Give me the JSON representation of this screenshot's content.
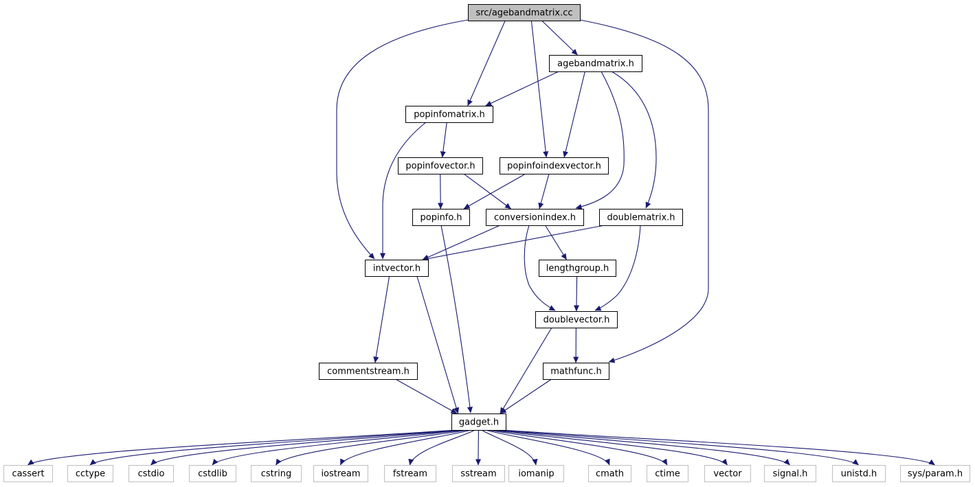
{
  "colors": {
    "edge": "#191970",
    "root_fill": "#bfbfbf",
    "node_border": "#000000",
    "external_border": "#bfbfbf",
    "text": "#000000"
  },
  "nodes": [
    {
      "id": "agebandmatrix_cc",
      "label": "src/agebandmatrix.cc",
      "kind": "root"
    },
    {
      "id": "agebandmatrix_h",
      "label": "agebandmatrix.h",
      "kind": "local"
    },
    {
      "id": "popinfomatrix_h",
      "label": "popinfomatrix.h",
      "kind": "local"
    },
    {
      "id": "popinfovector_h",
      "label": "popinfovector.h",
      "kind": "local"
    },
    {
      "id": "popinfoindexvector_h",
      "label": "popinfoindexvector.h",
      "kind": "local"
    },
    {
      "id": "popinfo_h",
      "label": "popinfo.h",
      "kind": "local"
    },
    {
      "id": "conversionindex_h",
      "label": "conversionindex.h",
      "kind": "local"
    },
    {
      "id": "doublematrix_h",
      "label": "doublematrix.h",
      "kind": "local"
    },
    {
      "id": "intvector_h",
      "label": "intvector.h",
      "kind": "local"
    },
    {
      "id": "lengthgroup_h",
      "label": "lengthgroup.h",
      "kind": "local"
    },
    {
      "id": "doublevector_h",
      "label": "doublevector.h",
      "kind": "local"
    },
    {
      "id": "commentstream_h",
      "label": "commentstream.h",
      "kind": "local"
    },
    {
      "id": "mathfunc_h",
      "label": "mathfunc.h",
      "kind": "local"
    },
    {
      "id": "gadget_h",
      "label": "gadget.h",
      "kind": "local"
    },
    {
      "id": "cassert",
      "label": "cassert",
      "kind": "external"
    },
    {
      "id": "cctype",
      "label": "cctype",
      "kind": "external"
    },
    {
      "id": "cstdio",
      "label": "cstdio",
      "kind": "external"
    },
    {
      "id": "cstdlib",
      "label": "cstdlib",
      "kind": "external"
    },
    {
      "id": "cstring",
      "label": "cstring",
      "kind": "external"
    },
    {
      "id": "iostream",
      "label": "iostream",
      "kind": "external"
    },
    {
      "id": "fstream",
      "label": "fstream",
      "kind": "external"
    },
    {
      "id": "sstream",
      "label": "sstream",
      "kind": "external"
    },
    {
      "id": "iomanip",
      "label": "iomanip",
      "kind": "external"
    },
    {
      "id": "cmath",
      "label": "cmath",
      "kind": "external"
    },
    {
      "id": "ctime",
      "label": "ctime",
      "kind": "external"
    },
    {
      "id": "vector",
      "label": "vector",
      "kind": "external"
    },
    {
      "id": "signal_h",
      "label": "signal.h",
      "kind": "external"
    },
    {
      "id": "unistd_h",
      "label": "unistd.h",
      "kind": "external"
    },
    {
      "id": "sys_param_h",
      "label": "sys/param.h",
      "kind": "external"
    }
  ],
  "edges": [
    {
      "from": "agebandmatrix_cc",
      "to": "agebandmatrix_h"
    },
    {
      "from": "agebandmatrix_cc",
      "to": "popinfomatrix_h"
    },
    {
      "from": "agebandmatrix_cc",
      "to": "popinfoindexvector_h"
    },
    {
      "from": "agebandmatrix_cc",
      "to": "intvector_h"
    },
    {
      "from": "agebandmatrix_cc",
      "to": "mathfunc_h"
    },
    {
      "from": "agebandmatrix_h",
      "to": "popinfomatrix_h"
    },
    {
      "from": "agebandmatrix_h",
      "to": "popinfoindexvector_h"
    },
    {
      "from": "agebandmatrix_h",
      "to": "conversionindex_h"
    },
    {
      "from": "agebandmatrix_h",
      "to": "doublematrix_h"
    },
    {
      "from": "popinfomatrix_h",
      "to": "popinfovector_h"
    },
    {
      "from": "popinfomatrix_h",
      "to": "intvector_h"
    },
    {
      "from": "popinfovector_h",
      "to": "popinfo_h"
    },
    {
      "from": "popinfovector_h",
      "to": "conversionindex_h"
    },
    {
      "from": "popinfoindexvector_h",
      "to": "popinfo_h"
    },
    {
      "from": "popinfoindexvector_h",
      "to": "conversionindex_h"
    },
    {
      "from": "popinfo_h",
      "to": "gadget_h"
    },
    {
      "from": "conversionindex_h",
      "to": "intvector_h"
    },
    {
      "from": "conversionindex_h",
      "to": "lengthgroup_h"
    },
    {
      "from": "conversionindex_h",
      "to": "doublevector_h"
    },
    {
      "from": "doublematrix_h",
      "to": "intvector_h"
    },
    {
      "from": "doublematrix_h",
      "to": "doublevector_h"
    },
    {
      "from": "intvector_h",
      "to": "commentstream_h"
    },
    {
      "from": "intvector_h",
      "to": "gadget_h"
    },
    {
      "from": "lengthgroup_h",
      "to": "doublevector_h"
    },
    {
      "from": "doublevector_h",
      "to": "mathfunc_h"
    },
    {
      "from": "doublevector_h",
      "to": "gadget_h"
    },
    {
      "from": "commentstream_h",
      "to": "gadget_h"
    },
    {
      "from": "mathfunc_h",
      "to": "gadget_h"
    },
    {
      "from": "gadget_h",
      "to": "cassert"
    },
    {
      "from": "gadget_h",
      "to": "cctype"
    },
    {
      "from": "gadget_h",
      "to": "cstdio"
    },
    {
      "from": "gadget_h",
      "to": "cstdlib"
    },
    {
      "from": "gadget_h",
      "to": "cstring"
    },
    {
      "from": "gadget_h",
      "to": "iostream"
    },
    {
      "from": "gadget_h",
      "to": "fstream"
    },
    {
      "from": "gadget_h",
      "to": "sstream"
    },
    {
      "from": "gadget_h",
      "to": "iomanip"
    },
    {
      "from": "gadget_h",
      "to": "cmath"
    },
    {
      "from": "gadget_h",
      "to": "ctime"
    },
    {
      "from": "gadget_h",
      "to": "vector"
    },
    {
      "from": "gadget_h",
      "to": "signal_h"
    },
    {
      "from": "gadget_h",
      "to": "unistd_h"
    },
    {
      "from": "gadget_h",
      "to": "sys_param_h"
    }
  ]
}
